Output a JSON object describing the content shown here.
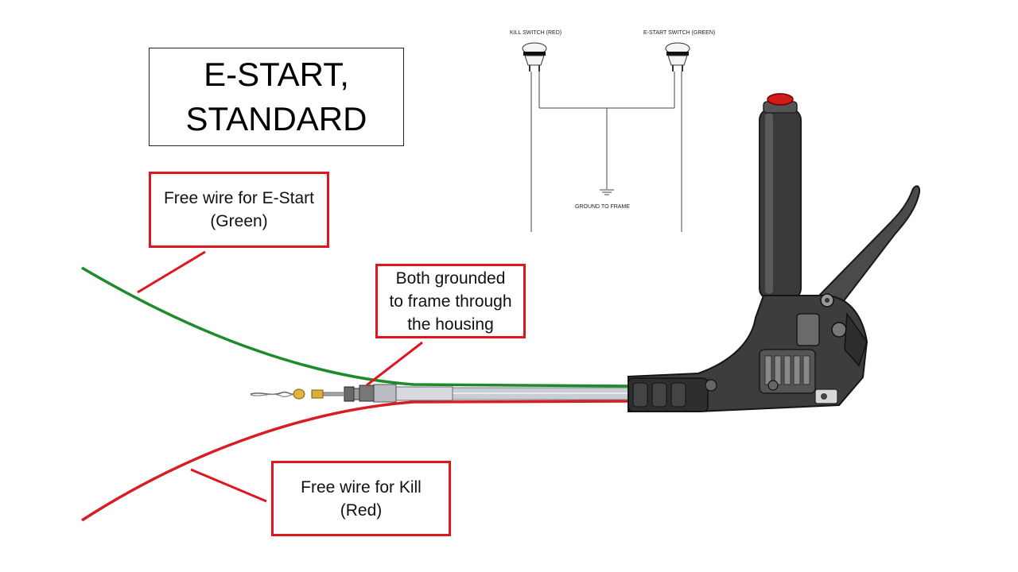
{
  "title": {
    "line1": "E-START,",
    "line2": "STANDARD"
  },
  "callouts": {
    "estart": {
      "line1": "Free wire for E-Start",
      "line2": "(Green)"
    },
    "ground": {
      "line1": "Both grounded",
      "line2": "to frame through",
      "line3": "the housing"
    },
    "kill": {
      "line1": "Free wire for Kill",
      "line2": "(Red)"
    }
  },
  "schematic": {
    "kill_switch_label": "KILL SWITCH (RED)",
    "estart_switch_label": "E-START SWITCH (GREEN)",
    "ground_label": "GROUND TO FRAME"
  },
  "colors": {
    "green_wire": "#1e8a2a",
    "red_wire": "#d81d24",
    "callout_border": "#e0161f",
    "kill_button": "#d11a1a"
  }
}
